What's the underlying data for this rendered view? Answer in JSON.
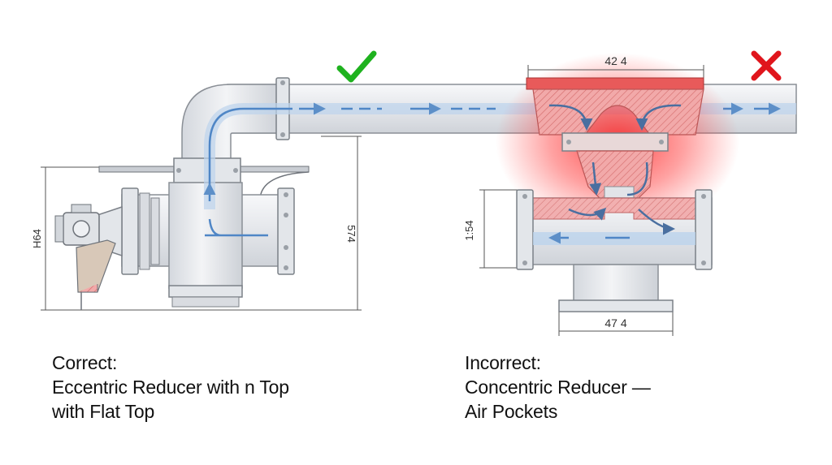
{
  "left_panel": {
    "status_icon": "green-check-icon",
    "status_color": "#1fb21f",
    "dimension_height": "H64",
    "dimension_vertical": "574",
    "caption": {
      "line1": "Correct:",
      "line2": "Eccentric Reducer with n Top",
      "line3": "with Flat Top"
    }
  },
  "right_panel": {
    "status_icon": "red-x-icon",
    "status_color": "#e0151c",
    "dimension_top": "42 4",
    "dimension_height": "1:54",
    "dimension_bottom": "47 4",
    "caption": {
      "line1": "Incorrect:",
      "line2": "Concentric Reducer —",
      "line3": "Air Pockets"
    }
  },
  "colors": {
    "pipe_fill": "#eceef1",
    "pipe_stroke": "#8a8f96",
    "flow": "#5d8fc8",
    "air_pocket": "#ff2a2a"
  }
}
